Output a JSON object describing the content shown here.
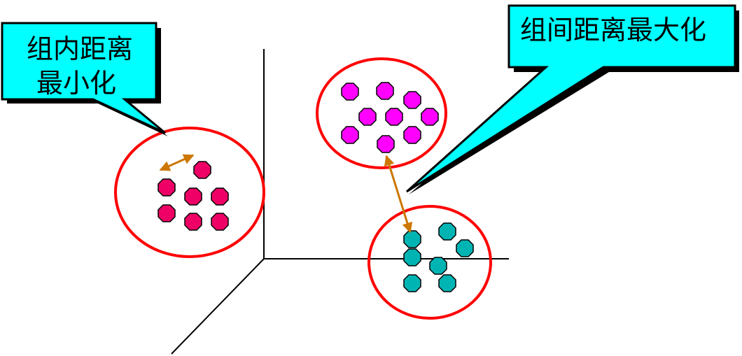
{
  "callouts": {
    "intra": {
      "line1": "组内距离",
      "line2": "最小化"
    },
    "inter": {
      "text": "组间距离最大化"
    }
  },
  "colors": {
    "callout_fill": "#00ffff",
    "callout_border": "#000000",
    "circle": "#ff0000",
    "cluster_red": "#ee0066",
    "cluster_magenta": "#ff00ff",
    "cluster_teal": "#00b4b4",
    "arrow": "#cc7700",
    "axes": "#000000"
  }
}
